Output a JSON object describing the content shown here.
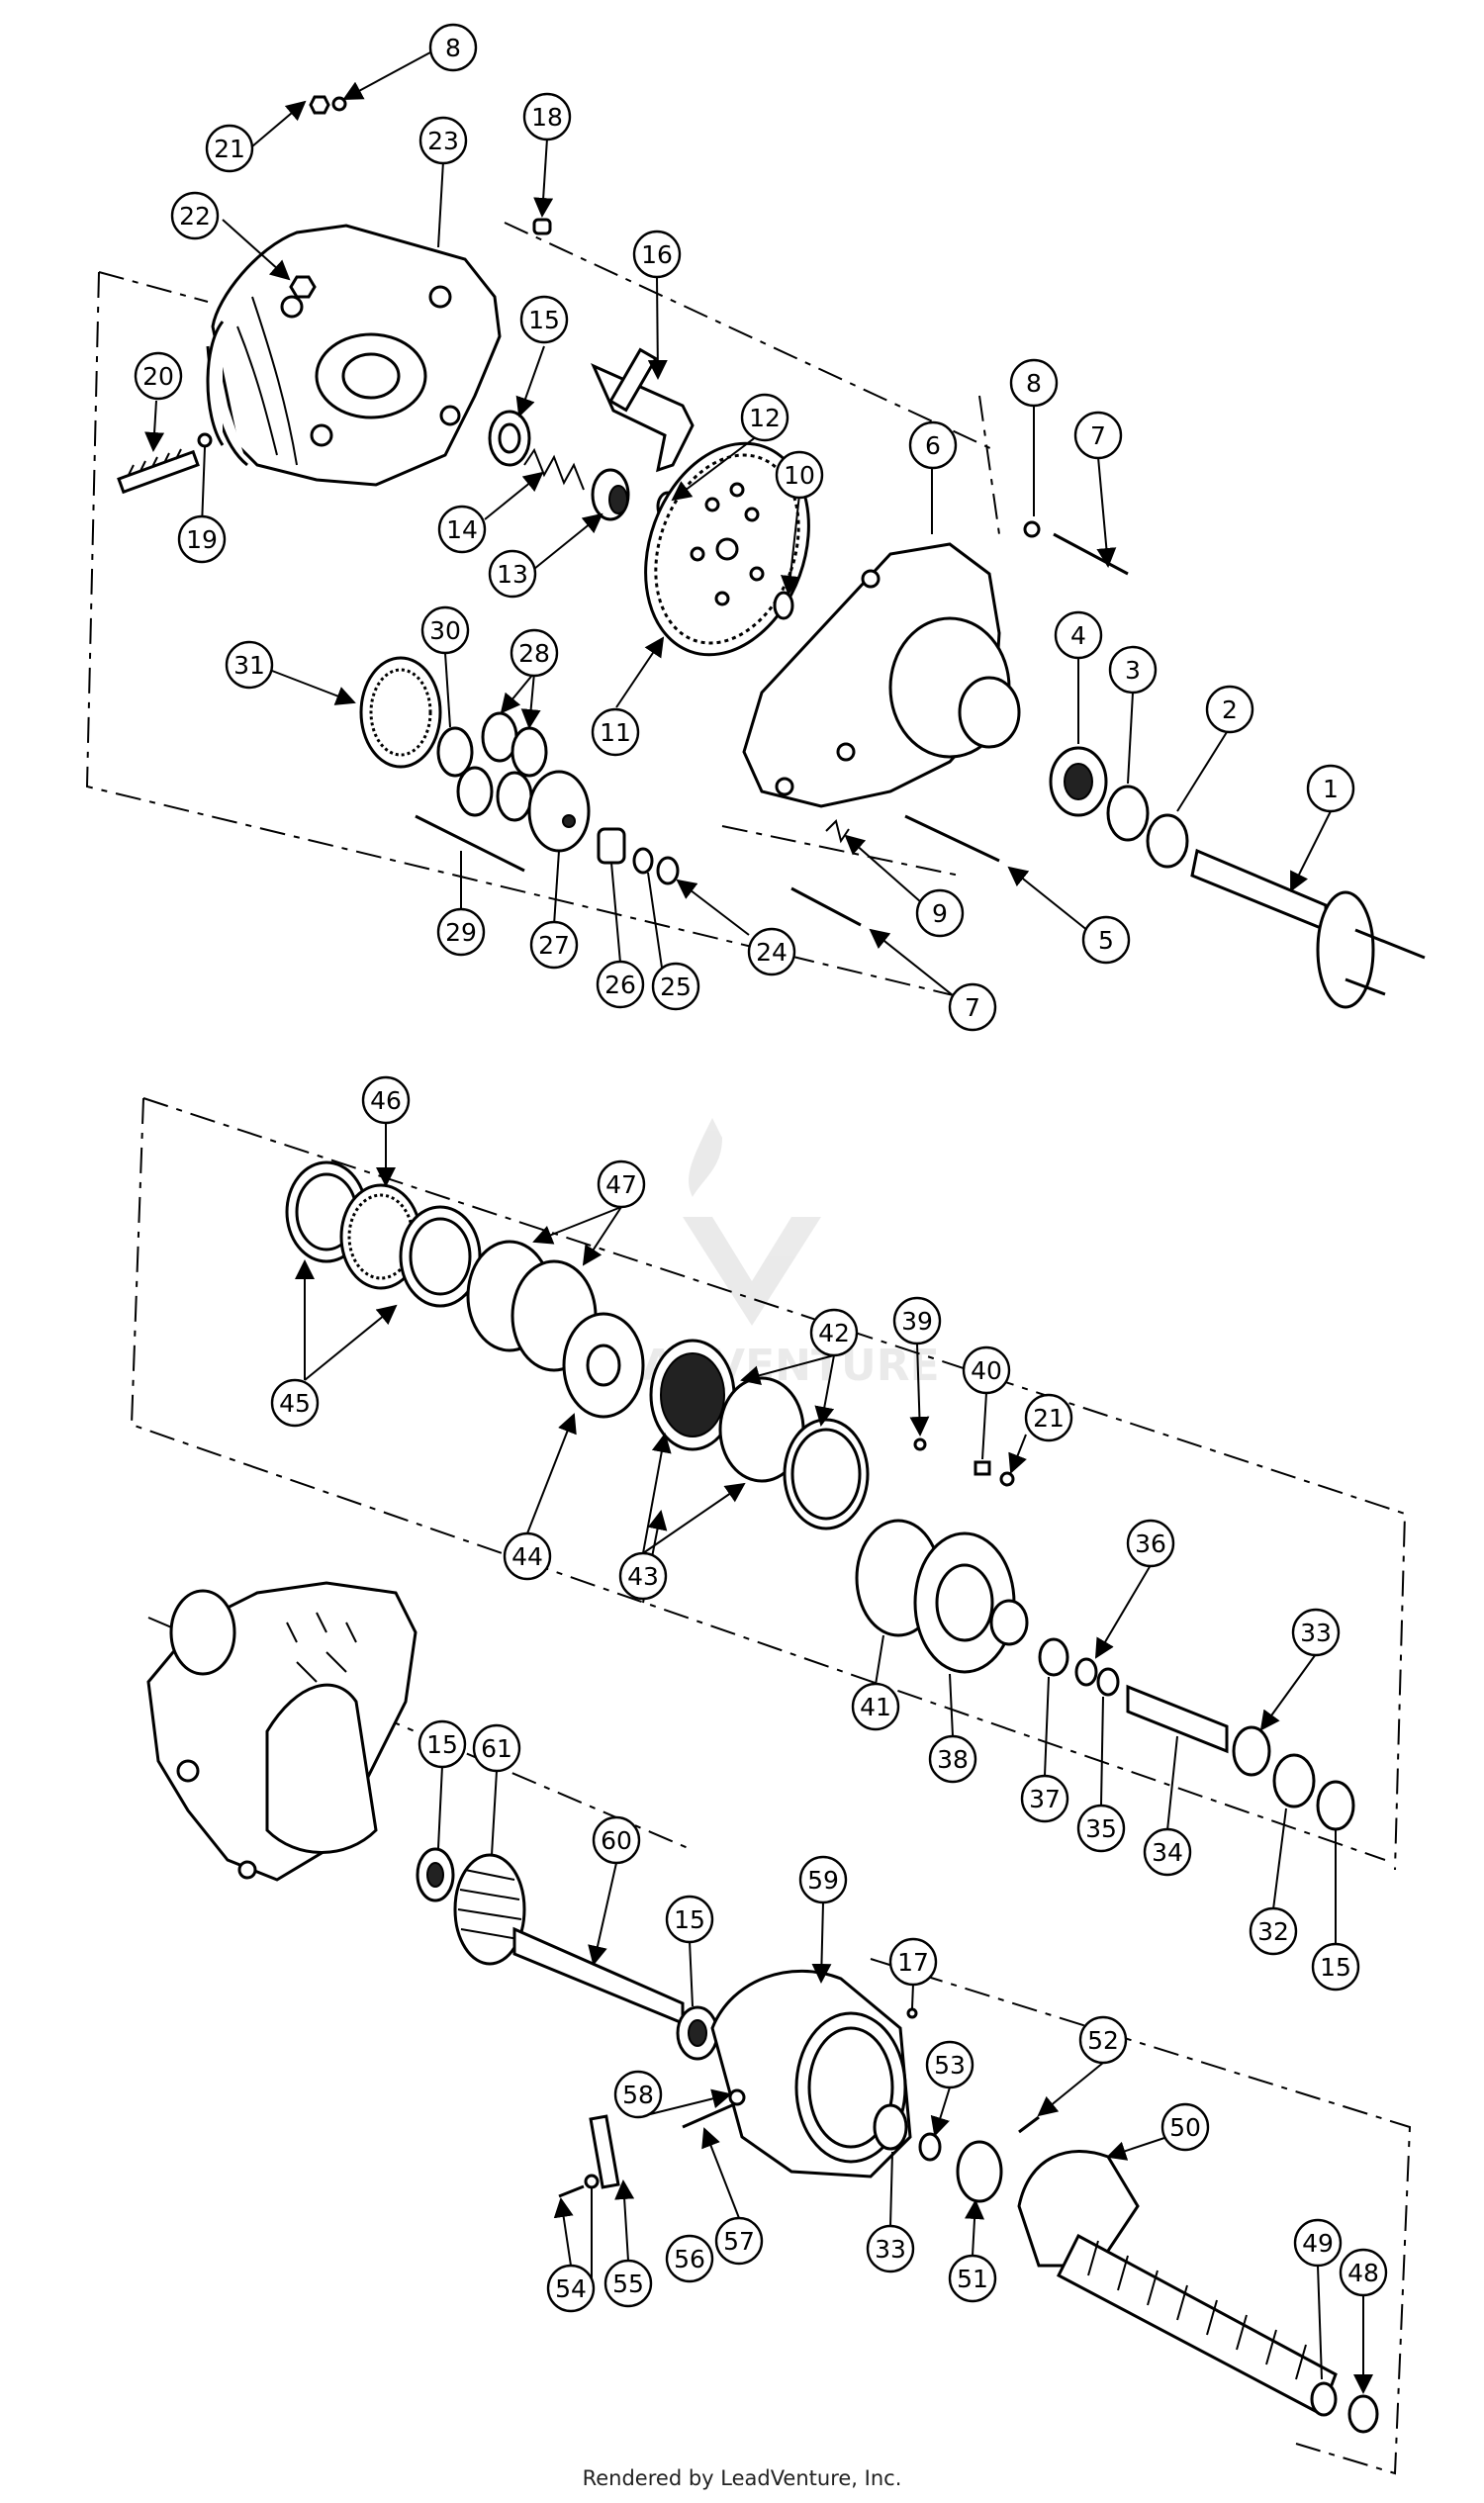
{
  "diagram": {
    "footer_text": "Rendered by LeadVenture, Inc.",
    "watermark": "LEADVENTURE",
    "callouts": [
      "1",
      "2",
      "3",
      "4",
      "5",
      "6",
      "7",
      "7",
      "8",
      "8",
      "9",
      "10",
      "11",
      "12",
      "13",
      "14",
      "15",
      "15",
      "15",
      "15",
      "15",
      "16",
      "17",
      "18",
      "19",
      "20",
      "21",
      "21",
      "22",
      "23",
      "24",
      "25",
      "26",
      "27",
      "28",
      "29",
      "30",
      "31",
      "32",
      "33",
      "33",
      "34",
      "35",
      "36",
      "37",
      "38",
      "39",
      "40",
      "41",
      "42",
      "43",
      "44",
      "45",
      "46",
      "47",
      "48",
      "49",
      "50",
      "51",
      "52",
      "53",
      "54",
      "55",
      "56",
      "57",
      "58",
      "59",
      "60",
      "61"
    ]
  }
}
